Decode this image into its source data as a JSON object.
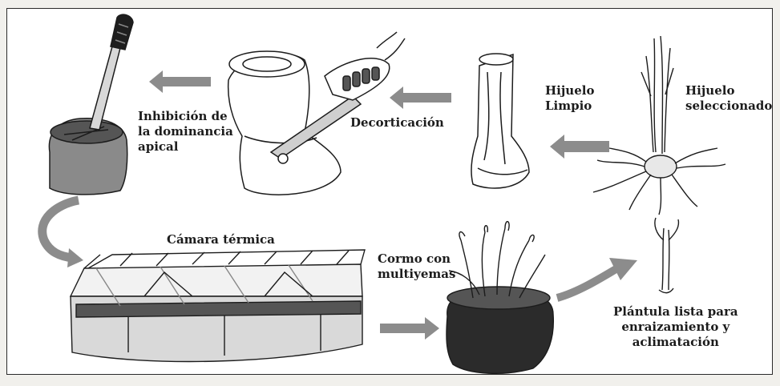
{
  "labels": {
    "inhibicion": "Inhibición de\nla dominancia\napical",
    "decorticacion": "Decorticación",
    "hijuelo_limpio": "Hijuelo\nLimpio",
    "hijuelo_seleccionado": "Hijuelo\nseleccionado",
    "camara_termica": "Cámara térmica",
    "cormo": "Cormo con\nmultiyemas",
    "plantula": "Plántula lista para\nenraizamiento y\naclimatación"
  },
  "colors": {
    "arrow": "#8c8c8c",
    "bag": "#8a8a8a",
    "bag_dark": "#2b2b2b",
    "ink": "#1c1c1c"
  }
}
